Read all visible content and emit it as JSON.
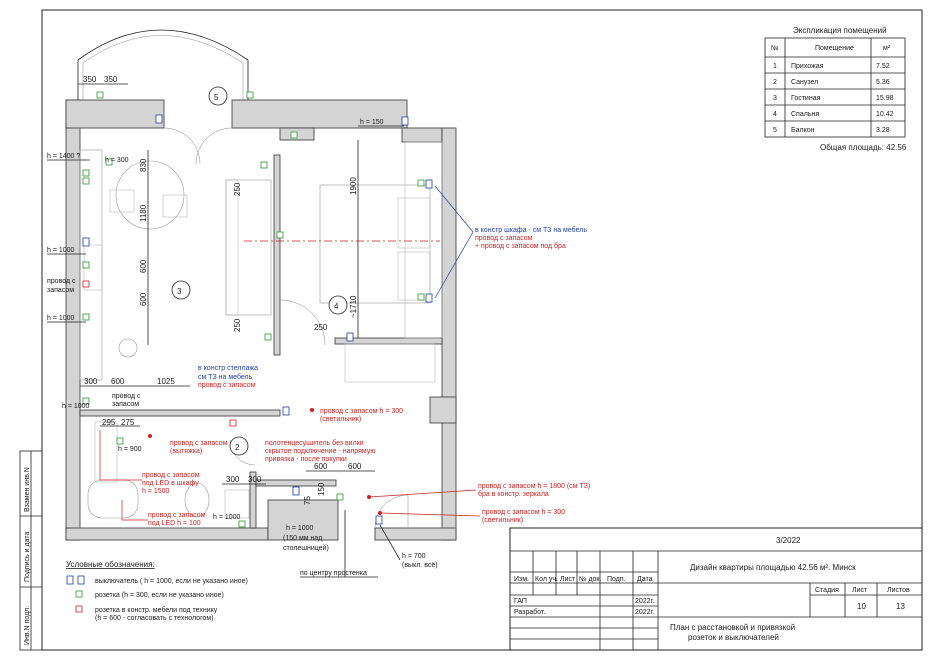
{
  "explication": {
    "title": "Экспликация  помещений",
    "headers": [
      "№",
      "Помещение",
      "м²"
    ],
    "rows": [
      {
        "n": "1",
        "name": "Прихожая",
        "area": "7.52"
      },
      {
        "n": "2",
        "name": "Санузел",
        "area": "5.36"
      },
      {
        "n": "3",
        "name": "Гостиная",
        "area": "15.98"
      },
      {
        "n": "4",
        "name": "Спальня",
        "area": "10.42"
      },
      {
        "n": "5",
        "name": "Балкон",
        "area": "3.28"
      }
    ],
    "total": "Общая площадь: 42.56"
  },
  "rooms": {
    "r2": "2",
    "r3": "3",
    "r4": "4",
    "r5": "5"
  },
  "dims": {
    "d350a": "350",
    "d350b": "350",
    "d830": "830",
    "d1180": "1180",
    "d600a": "600",
    "d600b": "600",
    "d250a": "250",
    "d250b": "250",
    "d250c": "250",
    "d1900": "1900",
    "d1710": "~1710",
    "d300a": "300",
    "d600c": "600",
    "d1025": "1025",
    "d295": "295",
    "d275": "275",
    "d600d": "600",
    "d600e": "600",
    "d75": "75",
    "d150": "150",
    "d300b": "300",
    "d300c": "300"
  },
  "heights": {
    "h1400": "h = 1400 ?",
    "h300": "h = 300",
    "h1000a": "h = 1000",
    "h1000b": "h = 1000",
    "h1000c": "h = 1000",
    "h900": "h = 900",
    "h150": "h = 150",
    "h1000d": "h = 1000",
    "h1000e": "h = 1000",
    "h1000e2": "(150 мм над",
    "h1000e3": "столешницей)",
    "center": "по центру простенка",
    "h700": "h = 700",
    "h700b": "(выкл. всё)"
  },
  "notes": {
    "cable1": "провод с",
    "cable1b": "запасом",
    "cable2": "провод с",
    "cable2b": "запасом",
    "rack1": "в констр стеллажа",
    "rack2": "см ТЗ на мебель",
    "rack3": "провод с запасом",
    "wardrobe1": "в констр  шкафа - см ТЗ на мебель",
    "wardrobe2": "провод с запасом",
    "wardrobe3": "+ провод с запасом под бра",
    "hood1": "провод с запасом",
    "hood2": "(вытяжка)",
    "dryer1": "полотенцесушитель без вилки",
    "dryer2": "скрытое подключение - напрямую",
    "dryer3": "привязка - после покупки",
    "lamp1": "провод с запасом h = 300",
    "lamp2": "(светильник)",
    "led1": "провод с запасом",
    "led2": "под LED в шкафу",
    "led3": "h = 1500",
    "led4": "провод с запасом",
    "led5": "под LED h = 100",
    "mirror1": "провод с запасом h = 1800 (см ТЗ)",
    "mirror2": "бра в констр. зеркала",
    "lamp3": "провод с запасом h = 300",
    "lamp4": "(светильник)"
  },
  "legend": {
    "title": "Условные обозначения:",
    "switch": "выключатель ( h = 1000, если не указано иное)",
    "socket": "розетка (h = 300, если не указано иное)",
    "furn1": "розетка в констр. мебели под технику",
    "furn2": "(h = 600 - согласовать с технологом)"
  },
  "side": {
    "a": "Взамен инв.N",
    "b": "Подпись и дата",
    "c": "Инв.N подл."
  },
  "stamp": {
    "code": "3/2022",
    "title": "Дизайн квартиры площадью 42.56 м². Минск",
    "cols": [
      "Изм.",
      "Кол уч.",
      "Лист",
      "№ док.",
      "Подп.",
      "Дата"
    ],
    "r1": "ГАП",
    "r1d": "2022г.",
    "r2": "Разработ.",
    "r2d": "2022г.",
    "stage": "Стадия",
    "sheet": "Лист",
    "sheets": "Листов",
    "sheet_n": "10",
    "sheets_n": "13",
    "sub1": "План с расстановкой и привязкой",
    "sub2": "розеток и выключателей"
  }
}
